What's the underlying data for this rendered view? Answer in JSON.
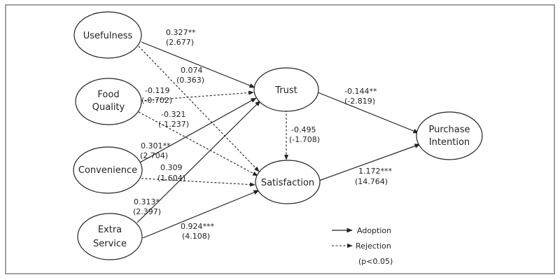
{
  "nodes": {
    "usefulness": [
      "Usefulness"
    ],
    "food_quality": [
      "Food",
      "Quality"
    ],
    "convenience": [
      "Convenience"
    ],
    "extra_service": [
      "Extra",
      "Service"
    ],
    "trust": [
      "Trust"
    ],
    "satisfaction": [
      "Satisfaction"
    ],
    "purchase_intention": [
      "Purchase",
      "Intention"
    ]
  },
  "paths": [
    {
      "from": "Usefulness",
      "to": "Trust",
      "type": "adoption",
      "coef": "0.327**",
      "t": "(2.677)"
    },
    {
      "from": "Usefulness",
      "to": "Satisfaction",
      "type": "rejection",
      "coef": "0.074",
      "t": "(0.363)"
    },
    {
      "from": "Food Quality",
      "to": "Trust",
      "type": "rejection",
      "coef": "-0.119",
      "t": "(-0.702)"
    },
    {
      "from": "Food Quality",
      "to": "Satisfaction",
      "type": "rejection",
      "coef": "-0.321",
      "t": "(-1.237)"
    },
    {
      "from": "Convenience",
      "to": "Trust",
      "type": "adoption",
      "coef": "0.301**",
      "t": "(2.704)"
    },
    {
      "from": "Convenience",
      "to": "Satisfaction",
      "type": "rejection",
      "coef": "0.309",
      "t": "(1.604)"
    },
    {
      "from": "Extra Service",
      "to": "Trust",
      "type": "adoption",
      "coef": "0.313*",
      "t": "(2.397)"
    },
    {
      "from": "Extra Service",
      "to": "Satisfaction",
      "type": "adoption",
      "coef": "0.924***",
      "t": "(4.108)"
    },
    {
      "from": "Trust",
      "to": "Satisfaction",
      "type": "rejection",
      "coef": "-0.495",
      "t": "(-1.708)"
    },
    {
      "from": "Trust",
      "to": "Purchase Intention",
      "type": "adoption",
      "coef": "-0.144**",
      "t": "(-2.819)"
    },
    {
      "from": "Satisfaction",
      "to": "Purchase Intention",
      "type": "adoption",
      "coef": "1.172***",
      "t": "(14.764)"
    }
  ],
  "legend": {
    "adoption": "Adoption",
    "rejection": "Rejection",
    "note": "(p<0.05)"
  }
}
